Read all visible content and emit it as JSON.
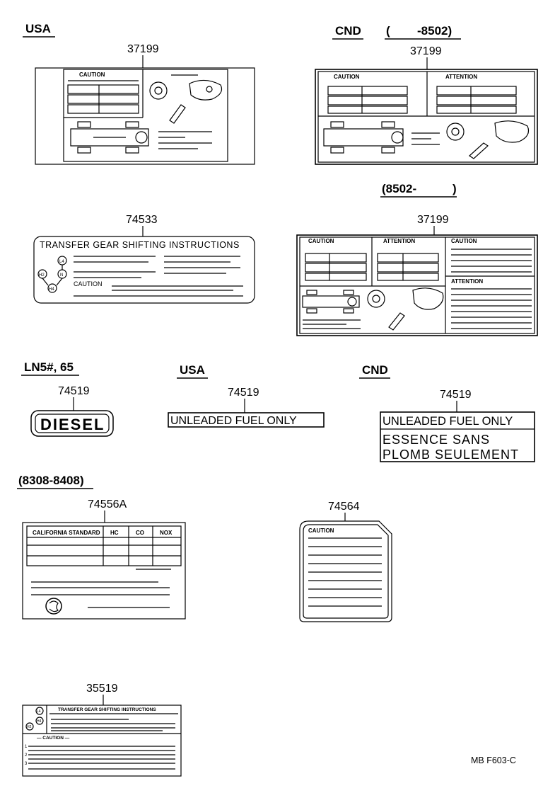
{
  "sections": {
    "usa_top": "USA",
    "cnd_top": "CND",
    "cnd_range_open": "(",
    "cnd_range_to": "-8502)",
    "cnd_range2": "(8502-",
    "cnd_range2_close": ")",
    "ln5": "LN5#, 65",
    "usa_mid": "USA",
    "cnd_mid": "CND",
    "range_8308": "(8308-8408)"
  },
  "part_numbers": {
    "p37199_usa": "37199",
    "p37199_cnd": "37199",
    "p37199_cnd2": "37199",
    "p74533": "74533",
    "p74519_diesel": "74519",
    "p74519_usa": "74519",
    "p74519_cnd": "74519",
    "p74556a": "74556A",
    "p74564": "74564",
    "p35519": "35519"
  },
  "labels": {
    "caution": "CAUTION",
    "attention": "ATTENTION",
    "transfer_title": "TRANSFER GEAR SHIFTING INSTRUCTIONS",
    "transfer_title_small": "TRANSFER GEAR SHIFTING INSTRUCTIONS",
    "caution_small": "— CAUTION —",
    "diesel": "DIESEL",
    "unleaded": "UNLEADED FUEL ONLY",
    "essence": "ESSENCE SANS",
    "plomb": "PLOMB SEULEMENT",
    "calif_standard": "CALIFORNIA STANDARD",
    "hc": "HC",
    "co": "CO",
    "nox": "NOX",
    "gear_l4": "L4",
    "gear_n": "N",
    "gear_h2": "H2",
    "gear_h4": "H4",
    "gear_small_l4": "L4",
    "gear_small_h4": "H4",
    "gear_small_h2": "H2",
    "num1": "1",
    "num2": "2",
    "num3": "3"
  },
  "footer": {
    "code": "MB  F603-C"
  }
}
